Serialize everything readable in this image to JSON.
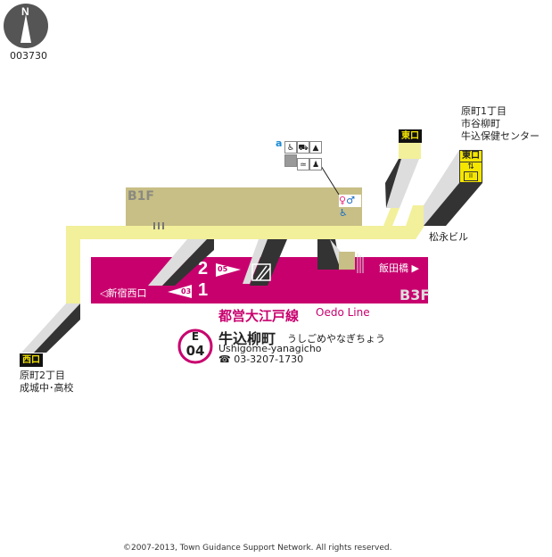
{
  "compass": {
    "letter": "N",
    "code": "003730"
  },
  "floors": {
    "b1f": "B1F",
    "b3f": "B3F"
  },
  "facility": {
    "gate_letter": "a",
    "toilet_icons": [
      "female-toilet",
      "male-toilet",
      "accessible-toilet"
    ]
  },
  "exits": {
    "east_a": {
      "label": "東口"
    },
    "east_b": {
      "label": "東口",
      "landmarks": [
        "原町1丁目",
        "市谷柳町",
        "牛込保健センター"
      ]
    },
    "matsunaga": "松永ビル",
    "west": {
      "label": "西口",
      "landmarks": [
        "原町2丁目",
        "成城中･高校"
      ]
    }
  },
  "platform": {
    "track1": "1",
    "track2": "2",
    "car1": "03",
    "car2": "05",
    "to_west": "◁新宿西口",
    "to_east": "飯田橋 ▶"
  },
  "line": {
    "name_ja": "都営大江戸線",
    "name_en": "Oedo Line",
    "color": "#c8006e"
  },
  "station": {
    "code_line": "E",
    "code_num": "04",
    "name_ja": "牛込柳町",
    "kana": "うしごめやなぎちょう",
    "name_en": "Ushigome-yanagicho",
    "phone": "☎ 03-3207-1730"
  },
  "copyright": "©2007-2013, Town Guidance Support Network. All rights reserved."
}
